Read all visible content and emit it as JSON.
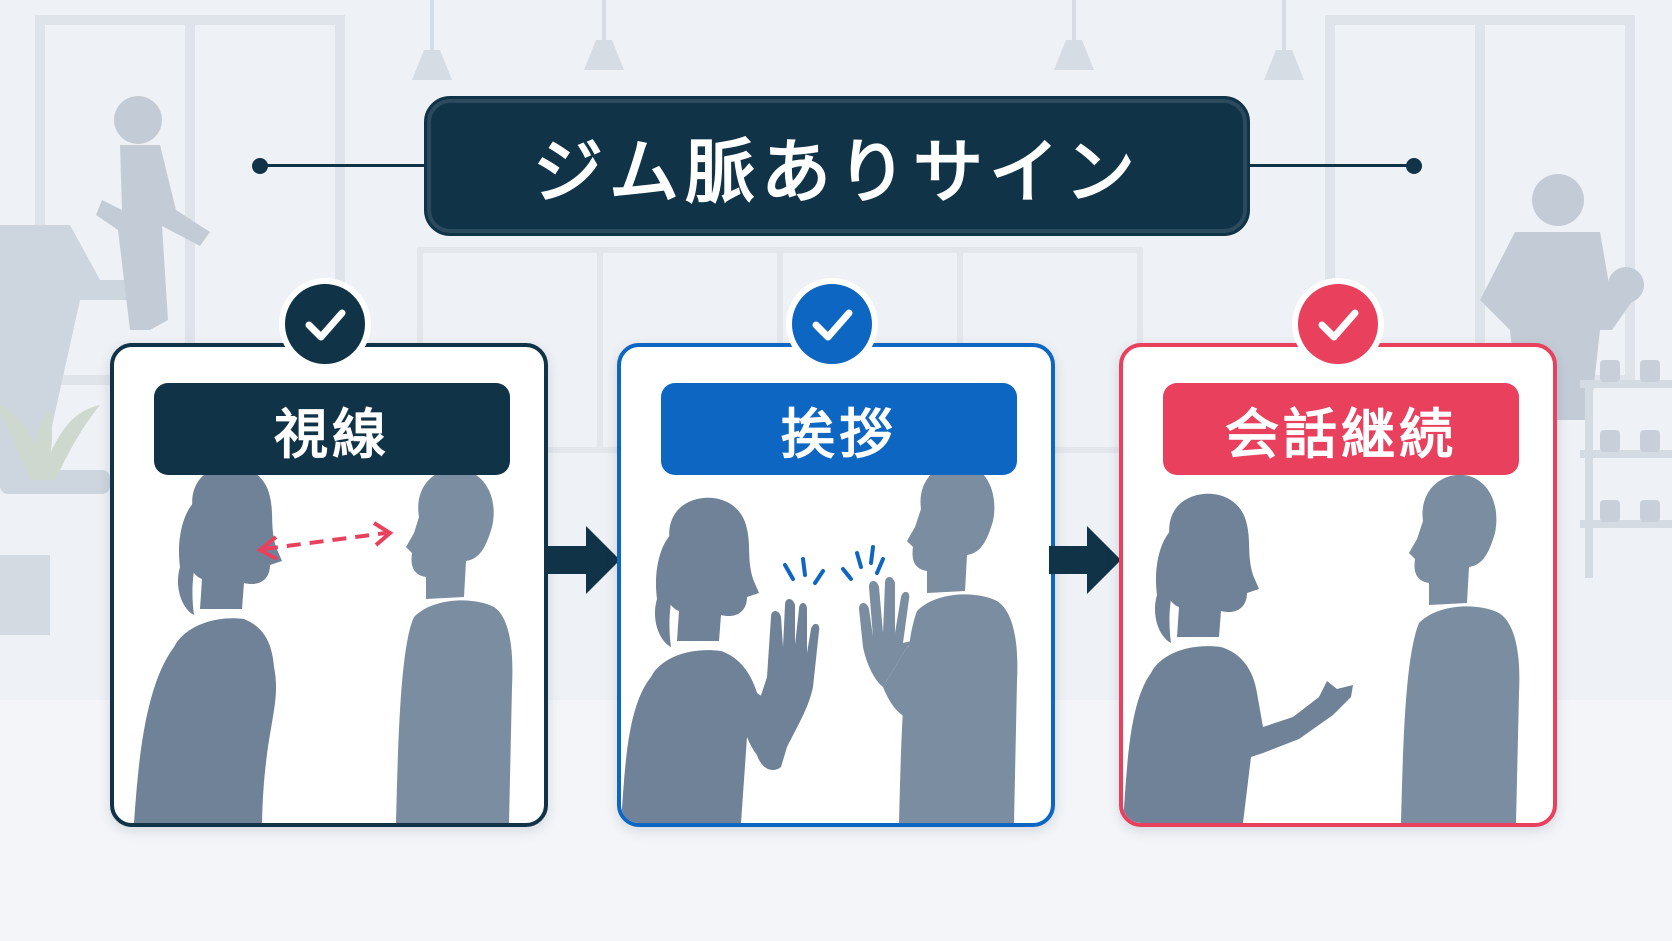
{
  "title": "ジム脈ありサイン",
  "colors": {
    "navy": "#113347",
    "blue": "#0d66c2",
    "red": "#e8405d",
    "silhouette": "#7b8da0",
    "background": "#eef1f5"
  },
  "steps": [
    {
      "label": "視線",
      "color": "#113347",
      "icon": "check-icon",
      "scene": "eye-contact"
    },
    {
      "label": "挨拶",
      "color": "#0d66c2",
      "icon": "check-icon",
      "scene": "greeting-wave"
    },
    {
      "label": "会話継続",
      "color": "#e8405d",
      "icon": "check-icon",
      "scene": "conversation"
    }
  ],
  "connectors": [
    "arrow-right-icon",
    "arrow-right-icon"
  ]
}
